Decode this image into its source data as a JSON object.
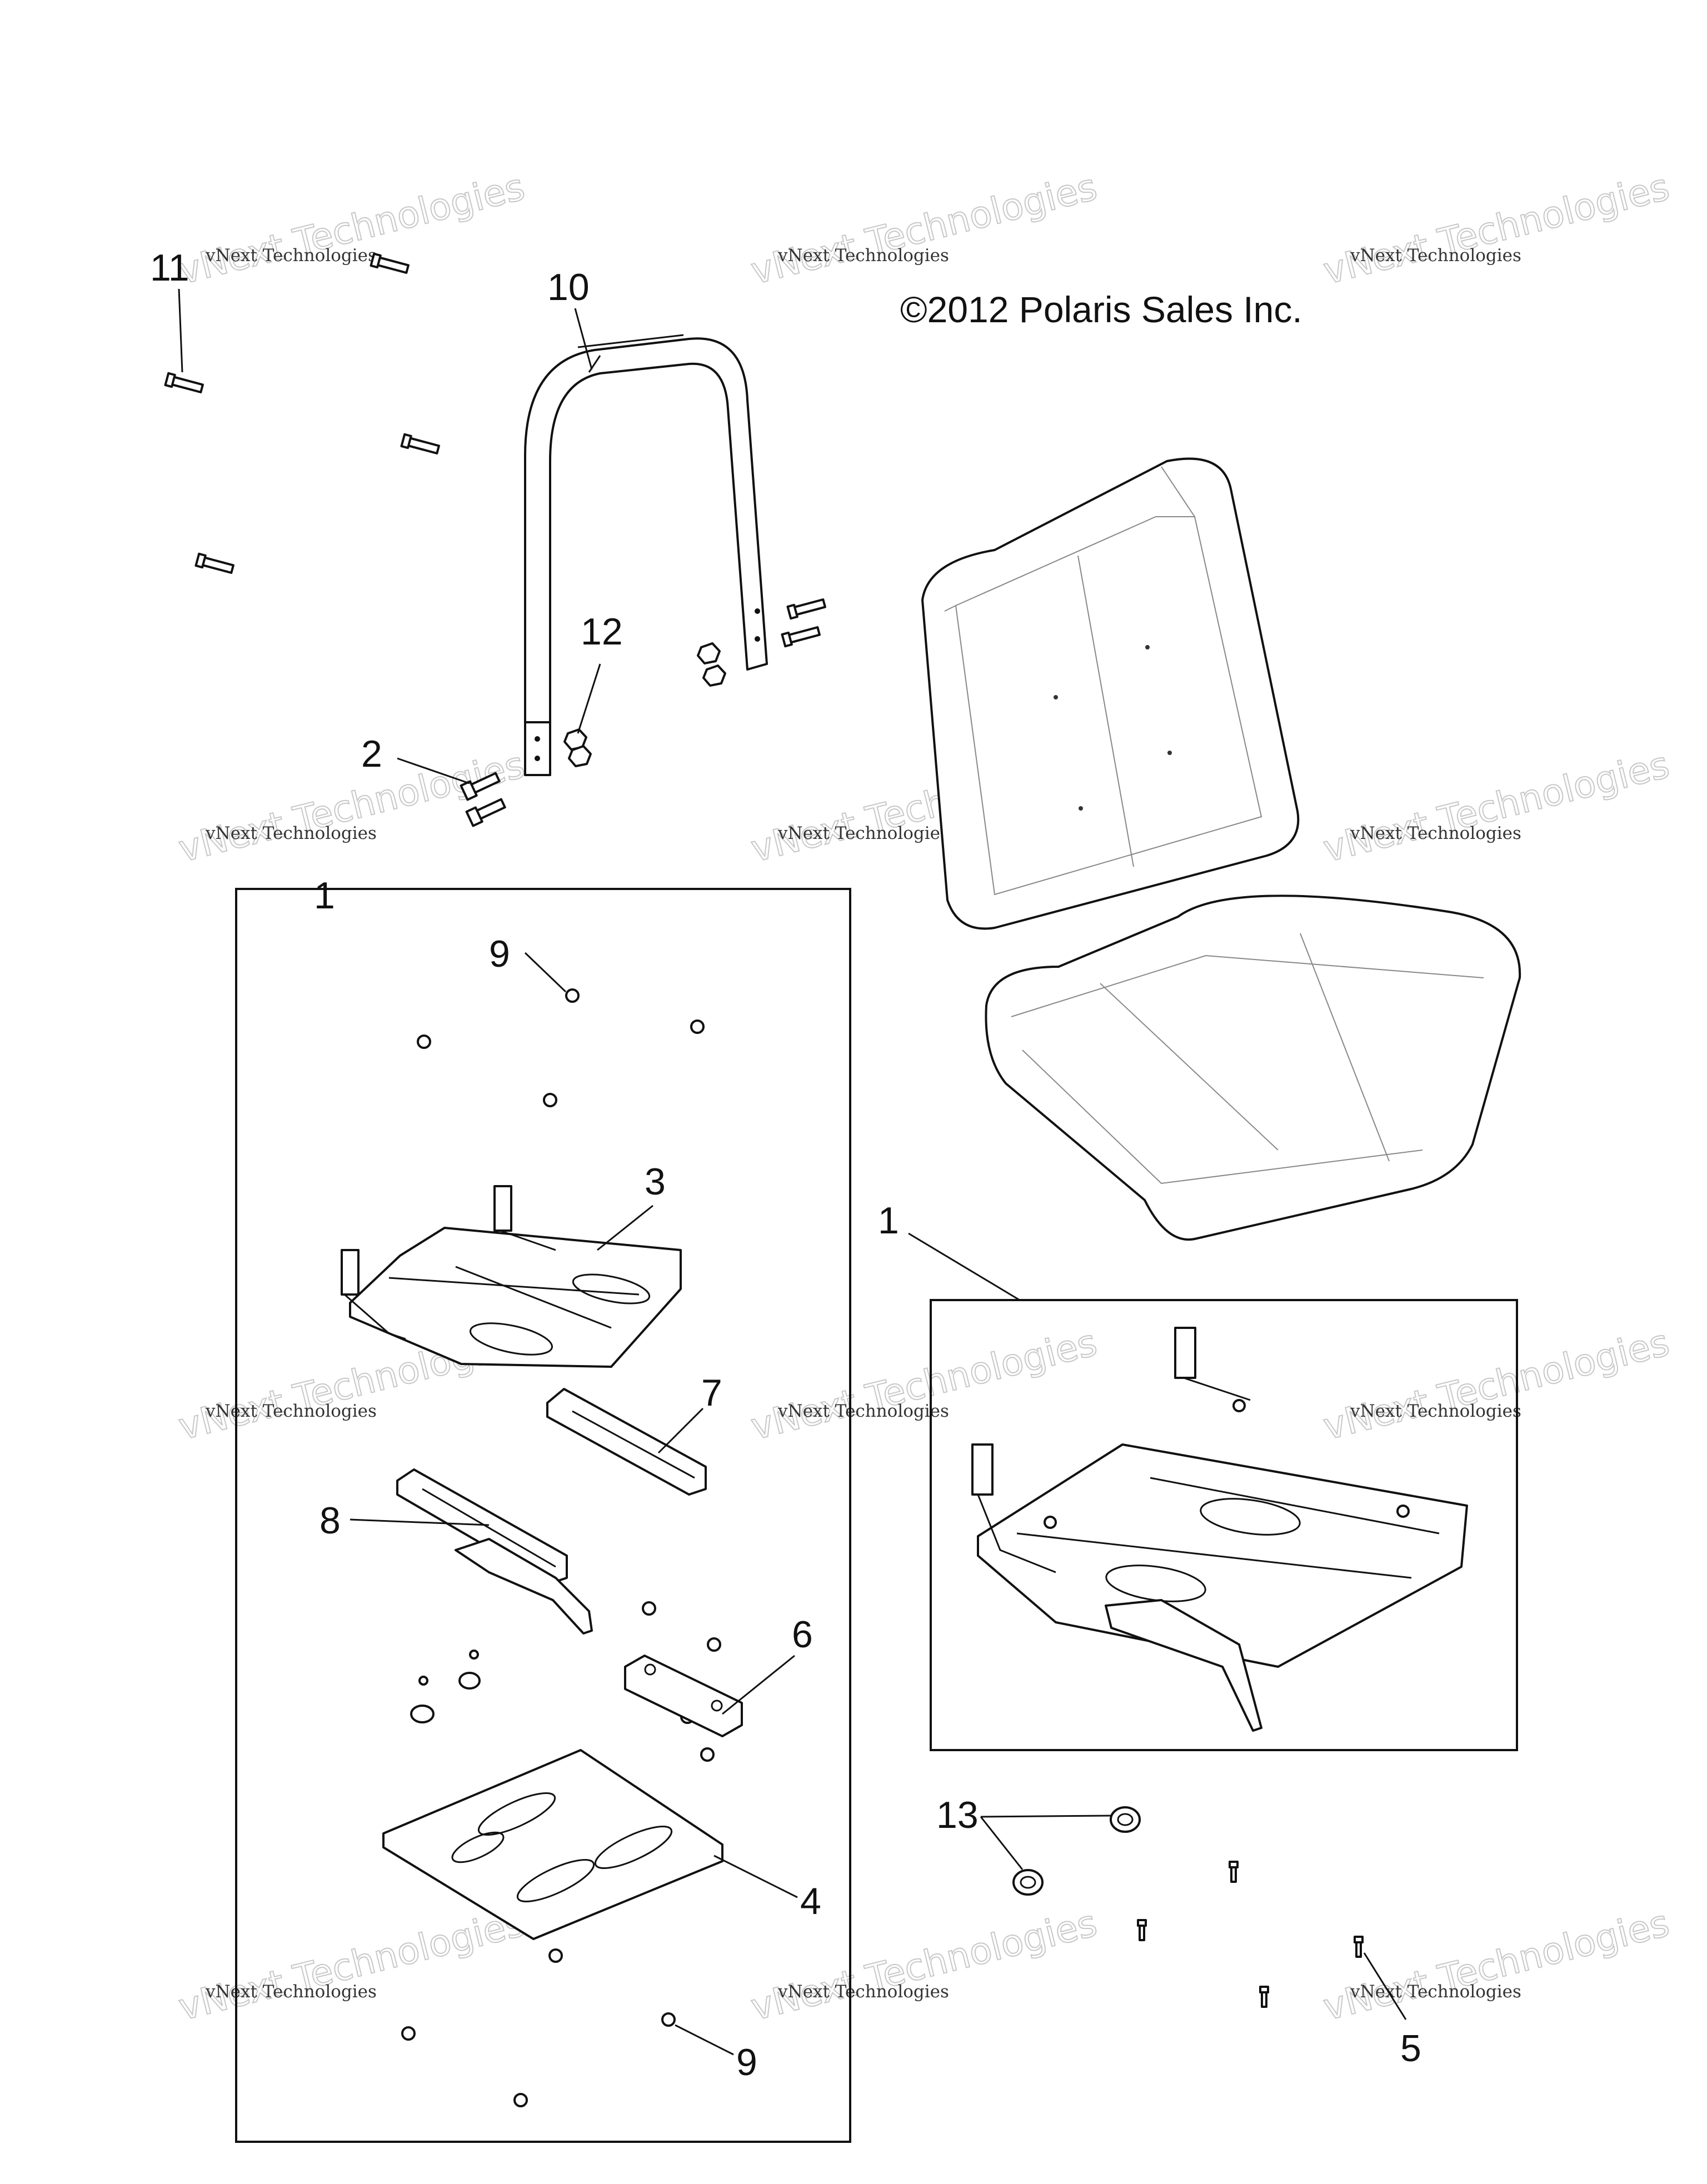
{
  "copyright": "©2012 Polaris Sales Inc.",
  "watermark": {
    "line1": "vNext Technologies",
    "line2": "vNext Technologies"
  },
  "callouts": [
    {
      "id": "c11",
      "text": "11"
    },
    {
      "id": "c10",
      "text": "10"
    },
    {
      "id": "c12",
      "text": "12"
    },
    {
      "id": "c2",
      "text": "2"
    },
    {
      "id": "c1a",
      "text": "1"
    },
    {
      "id": "c9a",
      "text": "9"
    },
    {
      "id": "c3",
      "text": "3"
    },
    {
      "id": "c7",
      "text": "7"
    },
    {
      "id": "c8",
      "text": "8"
    },
    {
      "id": "c6",
      "text": "6"
    },
    {
      "id": "c4",
      "text": "4"
    },
    {
      "id": "c9b",
      "text": "9"
    },
    {
      "id": "c1b",
      "text": "1"
    },
    {
      "id": "c13",
      "text": "13"
    },
    {
      "id": "c5",
      "text": "5"
    }
  ]
}
